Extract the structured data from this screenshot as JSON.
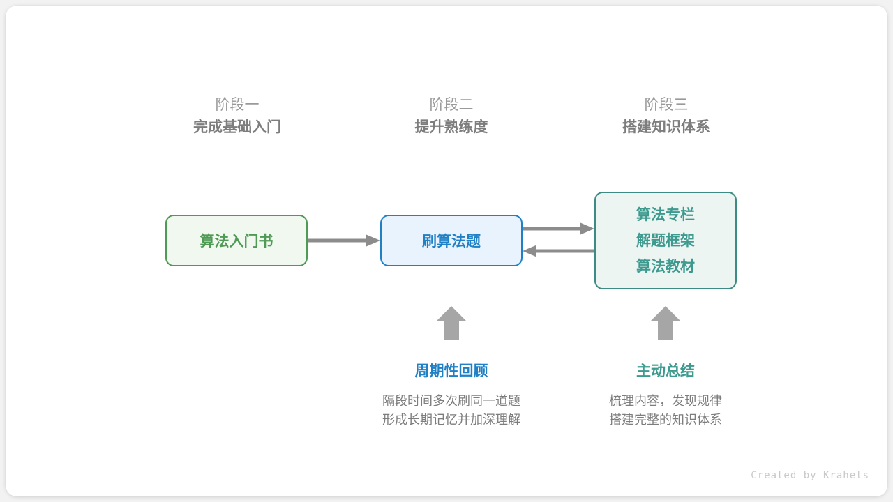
{
  "canvas": {
    "background": "#f2f2f2",
    "card_background": "#ffffff"
  },
  "colors": {
    "green": "#4f9a55",
    "green_fill": "#f1f8f0",
    "blue": "#1f80c6",
    "blue_fill": "#e8f3fd",
    "teal_border": "#3d8b85",
    "teal_text": "#3d9a8f",
    "teal_fill": "#edf5f3",
    "arrow_gray": "#8c8c8c",
    "heading_gray": "#7d7d7d",
    "subheading_gray": "#9a9a9a",
    "credit_gray": "#c9c9c9"
  },
  "stages": [
    {
      "number": "阶段一",
      "title": "完成基础入门"
    },
    {
      "number": "阶段二",
      "title": "提升熟练度"
    },
    {
      "number": "阶段三",
      "title": "搭建知识体系"
    }
  ],
  "nodes": {
    "book": {
      "label": "算法入门书"
    },
    "practice": {
      "label": "刷算法题"
    },
    "resources": {
      "lines": [
        "算法专栏",
        "解题框架",
        "算法教材"
      ]
    }
  },
  "arrows": {
    "book_to_practice": {
      "icon": "arrow-right-icon",
      "direction": "right"
    },
    "practice_to_resources": {
      "icon": "arrow-right-icon",
      "direction": "right"
    },
    "resources_to_practice": {
      "icon": "arrow-left-icon",
      "direction": "left"
    },
    "up_review": {
      "icon": "arrow-up-icon",
      "direction": "up"
    },
    "up_summary": {
      "icon": "arrow-up-icon",
      "direction": "up"
    }
  },
  "notes": [
    {
      "title": "周期性回顾",
      "desc_line1": "隔段时间多次刷同一道题",
      "desc_line2": "形成长期记忆并加深理解"
    },
    {
      "title": "主动总结",
      "desc_line1": "梳理内容，发现规律",
      "desc_line2": "搭建完整的知识体系"
    }
  ],
  "credit": "Created by Krahets"
}
